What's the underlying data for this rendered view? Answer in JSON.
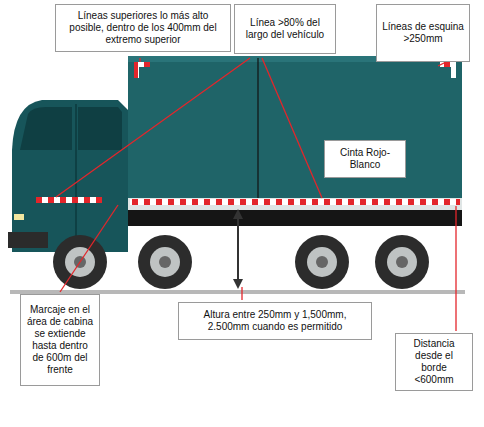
{
  "diagram": {
    "nodes": [
      {
        "text": [
          "Líneas superiores lo más alto posible, dentro de los 400mm del extremo superior"
        ]
      },
      {
        "text": [
          "Línea >80% del largo del vehículo"
        ]
      },
      {
        "text": [
          "Líneas de esquina >250mm"
        ]
      },
      {
        "text": [
          "Cinta Rojo-Blanco"
        ]
      },
      {
        "text": [
          "Marcaje en el área de cabina se extiende hasta dentro de 600m del frente"
        ]
      },
      {
        "text": [
          "Altura entre 250mm y 1,500mm, 2.500mm cuando es permitido"
        ]
      },
      {
        "text": [
          "Distancia desde el borde <600mm"
        ]
      }
    ]
  }
}
